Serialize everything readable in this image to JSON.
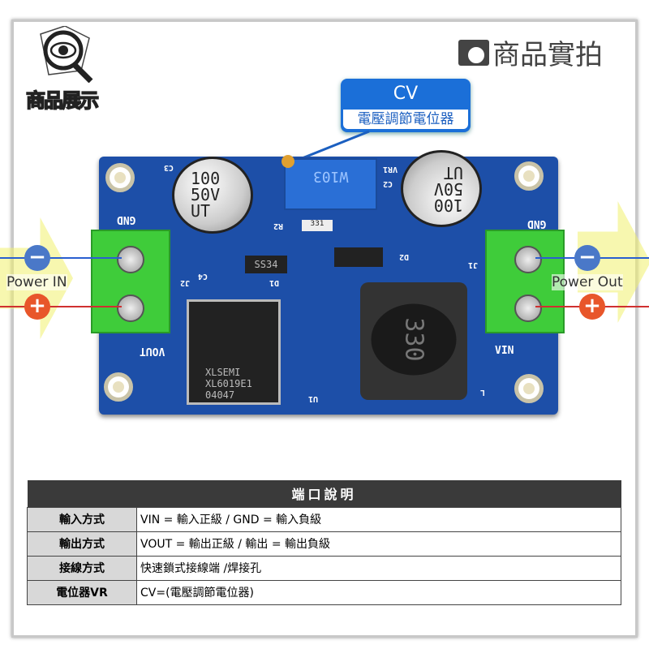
{
  "header": {
    "logo_text": "商品展示",
    "photo_title": "商品實拍",
    "logo_icon": "eye-magnifier-icon",
    "photo_icon": "camera-icon"
  },
  "callout": {
    "title": "CV",
    "subtitle": "電壓調節電位器"
  },
  "pcb": {
    "labels": {
      "gnd_left": "GND",
      "vout": "VOUT",
      "gnd_right": "GND",
      "vin": "VIN",
      "j2": "J2",
      "c4": "C4",
      "d1": "D1",
      "r2": "R2",
      "vr1": "VR1",
      "c2": "C2",
      "c3": "C3",
      "j1": "J1",
      "d2": "D2",
      "l": "L",
      "u1": "U1"
    },
    "cap_left": [
      "100",
      "50V",
      "UT"
    ],
    "cap_right": [
      "UT",
      "50V",
      "100"
    ],
    "diode": "SS34",
    "pot": "W103",
    "inductor": "330",
    "ic": [
      "XLSEMI",
      "XL6019E1",
      "04047"
    ],
    "resistor": "331"
  },
  "io": {
    "left_label": "Power IN",
    "right_label": "Power Out",
    "minus": "−",
    "plus": "+",
    "colors": {
      "minus": "#4a78c8",
      "plus": "#e8562a",
      "board": "#1d4fa8",
      "terminal": "#3fcc3a"
    }
  },
  "table": {
    "title": "端口說明",
    "rows": [
      {
        "key": "輸入方式",
        "value": "VIN =  輸入正級  /  GND = 輸入負級"
      },
      {
        "key": "輸出方式",
        "value": "VOUT =  輸出正級  /  輸出 = 輸出負級"
      },
      {
        "key": "接線方式",
        "value": "快速鎖式接線端  /焊接孔"
      },
      {
        "key": "電位器VR",
        "value": " CV=(電壓調節電位器)"
      }
    ]
  }
}
